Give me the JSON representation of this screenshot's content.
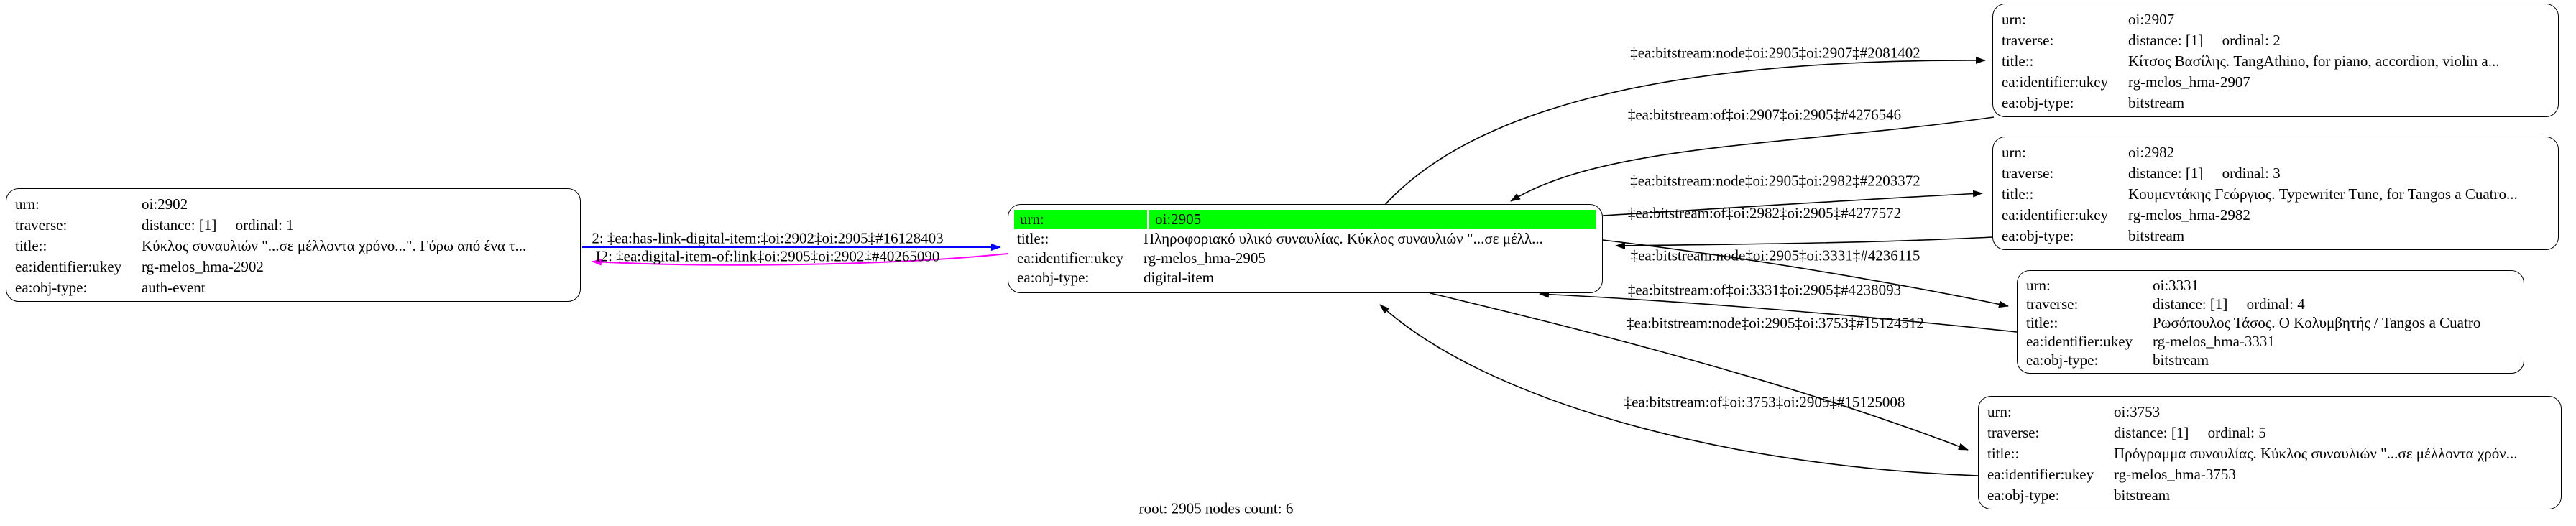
{
  "graph": {
    "caption": "root: 2905 nodes count: 6",
    "colors": {
      "node_border": "#000000",
      "highlight_green": "#00ff00",
      "edge_forward_blue": "#0000ff",
      "edge_back_magenta": "#ff00ff",
      "edge_black": "#000000"
    },
    "nodes": [
      {
        "id": "oi:2902",
        "rows": [
          {
            "key": "urn:",
            "value": "oi:2902"
          },
          {
            "key": "traverse:",
            "value": "distance: [1]     ordinal: 1"
          },
          {
            "key": "title::",
            "value": "Κύκλος συναυλιών \"...σε μέλλοντα χρόνο...\". Γύρω από ένα τ..."
          },
          {
            "key": "ea:identifier:ukey",
            "value": "rg-melos_hma-2902"
          },
          {
            "key": "ea:obj-type:",
            "value": "auth-event"
          }
        ]
      },
      {
        "id": "oi:2905",
        "rows": [
          {
            "key": "urn:",
            "value": "oi:2905"
          },
          {
            "key": "title::",
            "value": "Πληροφοριακό υλικό συναυλίας. Κύκλος συναυλιών \"...σε μέλλ..."
          },
          {
            "key": "ea:identifier:ukey",
            "value": "rg-melos_hma-2905"
          },
          {
            "key": "ea:obj-type:",
            "value": "digital-item"
          }
        ]
      },
      {
        "id": "oi:2907",
        "rows": [
          {
            "key": "urn:",
            "value": "oi:2907"
          },
          {
            "key": "traverse:",
            "value": "distance: [1]     ordinal: 2"
          },
          {
            "key": "title::",
            "value": "Κίτσος Βασίλης. TangAthino, for piano, accordion, violin a..."
          },
          {
            "key": "ea:identifier:ukey",
            "value": "rg-melos_hma-2907"
          },
          {
            "key": "ea:obj-type:",
            "value": "bitstream"
          }
        ]
      },
      {
        "id": "oi:2982",
        "rows": [
          {
            "key": "urn:",
            "value": "oi:2982"
          },
          {
            "key": "traverse:",
            "value": "distance: [1]     ordinal: 3"
          },
          {
            "key": "title::",
            "value": "Κουμεντάκης Γεώργιος. Typewriter Tune, for Tangos a Cuatro..."
          },
          {
            "key": "ea:identifier:ukey",
            "value": "rg-melos_hma-2982"
          },
          {
            "key": "ea:obj-type:",
            "value": "bitstream"
          }
        ]
      },
      {
        "id": "oi:3331",
        "rows": [
          {
            "key": "urn:",
            "value": "oi:3331"
          },
          {
            "key": "traverse:",
            "value": "distance: [1]     ordinal: 4"
          },
          {
            "key": "title::",
            "value": "Ρωσόπουλος Τάσος. Ο Κολυμβητής / Tangos a Cuatro"
          },
          {
            "key": "ea:identifier:ukey",
            "value": "rg-melos_hma-3331"
          },
          {
            "key": "ea:obj-type:",
            "value": "bitstream"
          }
        ]
      },
      {
        "id": "oi:3753",
        "rows": [
          {
            "key": "urn:",
            "value": "oi:3753"
          },
          {
            "key": "traverse:",
            "value": "distance: [1]     ordinal: 5"
          },
          {
            "key": "title::",
            "value": "Πρόγραμμα συναυλίας. Κύκλος συναυλιών \"...σε μέλλοντα χρόν..."
          },
          {
            "key": "ea:identifier:ukey",
            "value": "rg-melos_hma-3753"
          },
          {
            "key": "ea:obj-type:",
            "value": "bitstream"
          }
        ]
      }
    ],
    "edges": [
      {
        "label": "2: ‡ea:has-link-digital-item:‡oi:2902‡oi:2905‡#16128403",
        "color": "#0000ff"
      },
      {
        "label": "I2: ‡ea:digital-item-of:link‡oi:2905‡oi:2902‡#40265090",
        "color": "#ff00ff"
      },
      {
        "label": "‡ea:bitstream:node‡oi:2905‡oi:2907‡#2081402",
        "color": "#000000"
      },
      {
        "label": "‡ea:bitstream:of‡oi:2907‡oi:2905‡#4276546",
        "color": "#000000"
      },
      {
        "label": "‡ea:bitstream:node‡oi:2905‡oi:2982‡#2203372",
        "color": "#000000"
      },
      {
        "label": "‡ea:bitstream:of‡oi:2982‡oi:2905‡#4277572",
        "color": "#000000"
      },
      {
        "label": "‡ea:bitstream:node‡oi:2905‡oi:3331‡#4236115",
        "color": "#000000"
      },
      {
        "label": "‡ea:bitstream:of‡oi:3331‡oi:2905‡#4238093",
        "color": "#000000"
      },
      {
        "label": "‡ea:bitstream:node‡oi:2905‡oi:3753‡#15124512",
        "color": "#000000"
      },
      {
        "label": "‡ea:bitstream:of‡oi:3753‡oi:2905‡#15125008",
        "color": "#000000"
      }
    ]
  }
}
